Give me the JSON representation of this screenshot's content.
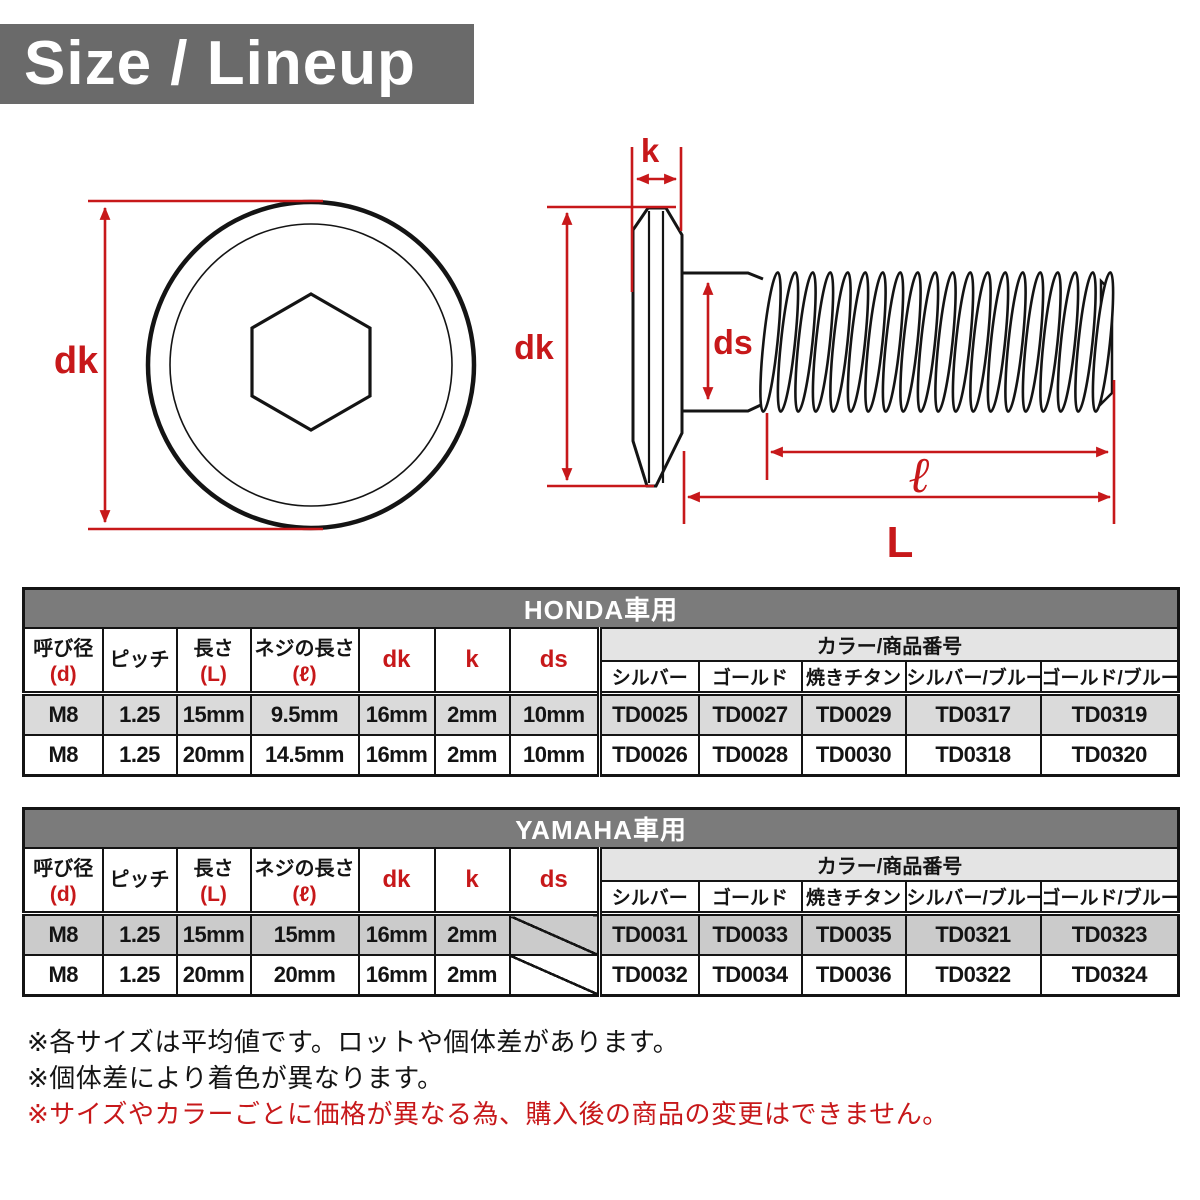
{
  "colors": {
    "accent": "#c7181a",
    "banner-gray": "#6a6a6a",
    "band-gray": "#7b7b7b",
    "light-gray": "#e4e4e4",
    "row-gray-honda": "#dadada",
    "row-gray-yamaha": "#cbcbcb",
    "ink": "#141414"
  },
  "title": "Size / Lineup",
  "diagram": {
    "labels": {
      "dk_front": "dk",
      "k": "k",
      "dk_side": "dk",
      "ds": "ds",
      "thread_length": "ℓ",
      "total_length": "L"
    }
  },
  "table_header": {
    "diameter_label": "呼び径",
    "diameter_symbol": "(d)",
    "pitch_label": "ピッチ",
    "length_label": "長さ",
    "length_symbol": "(L)",
    "thread_length_label": "ネジの長さ",
    "thread_length_symbol": "(ℓ)",
    "dk": "dk",
    "k": "k",
    "ds": "ds",
    "color_group": "カラー/商品番号",
    "colors": [
      "シルバー",
      "ゴールド",
      "焼きチタン",
      "シルバー/ブルー",
      "ゴールド/ブルー"
    ]
  },
  "honda": {
    "band": "HONDA車用",
    "rows": [
      [
        "M8",
        "1.25",
        "15mm",
        "9.5mm",
        "16mm",
        "2mm",
        "10mm",
        "TD0025",
        "TD0027",
        "TD0029",
        "TD0317",
        "TD0319"
      ],
      [
        "M8",
        "1.25",
        "20mm",
        "14.5mm",
        "16mm",
        "2mm",
        "10mm",
        "TD0026",
        "TD0028",
        "TD0030",
        "TD0318",
        "TD0320"
      ]
    ]
  },
  "yamaha": {
    "band": "YAMAHA車用",
    "rows": [
      [
        "M8",
        "1.25",
        "15mm",
        "15mm",
        "16mm",
        "2mm",
        "",
        "TD0031",
        "TD0033",
        "TD0035",
        "TD0321",
        "TD0323"
      ],
      [
        "M8",
        "1.25",
        "20mm",
        "20mm",
        "16mm",
        "2mm",
        "",
        "TD0032",
        "TD0034",
        "TD0036",
        "TD0322",
        "TD0324"
      ]
    ]
  },
  "notes": [
    "※各サイズは平均値です。ロットや個体差があります。",
    "※個体差により着色が異なります。",
    "※サイズやカラーごとに価格が異なる為、購入後の商品の変更はできません。"
  ]
}
